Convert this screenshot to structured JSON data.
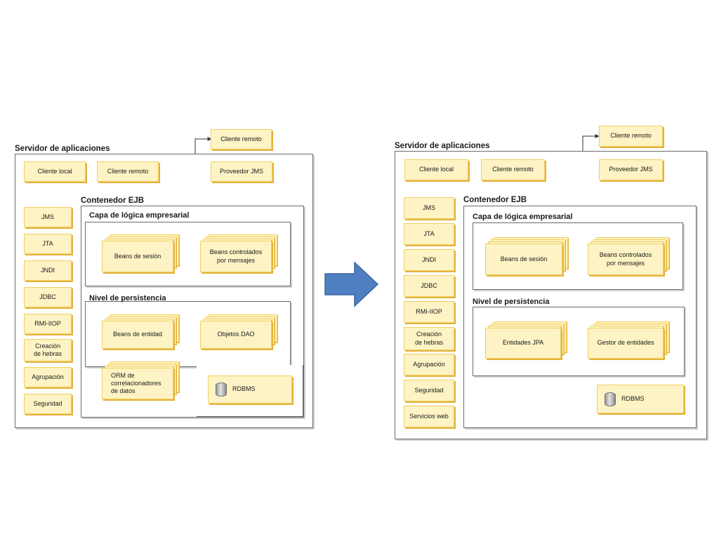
{
  "colors": {
    "box_fill": "#fdf3c4",
    "box_border": "#f3cf5f",
    "box_shadow": "#e4b33e",
    "arrow_fill": "#4f7fc1",
    "arrow_stroke": "#3a67a4",
    "frame_border": "#6b6b6b"
  },
  "left": {
    "server_title": "Servidor de aplicaciones",
    "local_client": "Cliente local",
    "remote_client_inner": "Cliente remoto",
    "remote_client_outer": "Cliente remoto",
    "jms_provider": "Proveedor JMS",
    "container_title": "Contenedor EJB",
    "business_layer_title": "Capa de lógica empresarial",
    "session_beans": "Beans de sesión",
    "message_beans": "Beans controlados\npor mensajes",
    "persistence_title": "Nivel de persistencia",
    "entity_beans": "Beans de entidad",
    "dao_objects": "Objetos DAO",
    "orm": "ORM de\ncorrelacionadores\nde datos",
    "rdbms": "RDBMS",
    "services": [
      "JMS",
      "JTA",
      "JNDI",
      "JDBC",
      "RMI-IIOP",
      "Creación\nde hebras",
      "Agrupación",
      "Seguridad"
    ]
  },
  "arrow": {
    "icon": "right-arrow-icon"
  },
  "right": {
    "server_title": "Servidor de aplicaciones",
    "local_client": "Cliente local",
    "remote_client_inner": "Cliente remoto",
    "remote_client_outer": "Cliente remoto",
    "jms_provider": "Proveedor JMS",
    "container_title": "Contenedor EJB",
    "business_layer_title": "Capa de lógica empresarial",
    "session_beans": "Beans de sesión",
    "message_beans": "Beans controlados\npor mensajes",
    "persistence_title": "Nivel de persistencia",
    "jpa_entities": "Entidades JPA",
    "entity_manager": "Gestor de entidades",
    "rdbms": "RDBMS",
    "services": [
      "JMS",
      "JTA",
      "JNDI",
      "JDBC",
      "RMI-IIOP",
      "Creación\nde hebras",
      "Agrupación",
      "Seguridad",
      "Servicios web"
    ]
  }
}
